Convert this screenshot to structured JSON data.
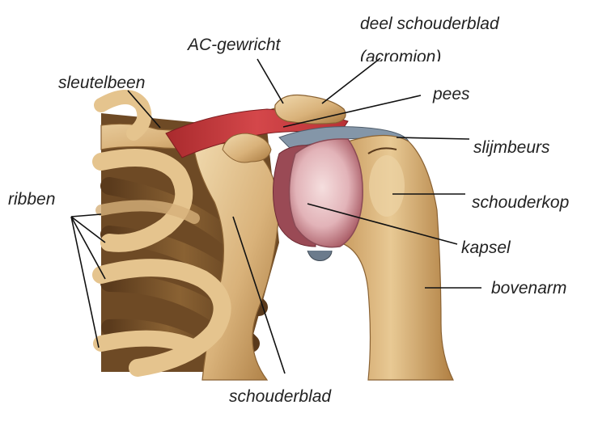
{
  "labels": {
    "ac_joint": "AC-gewricht",
    "acromion_line1": "deel   schouderblad",
    "acromion_line2": "(acromion)",
    "clavicle": "sleutelbeen",
    "tendon": "pees",
    "bursa": "slijmbeurs",
    "ribs": "ribben",
    "humeral_head": "schouderkop",
    "capsule": "kapsel",
    "upper_arm": "bovenarm",
    "scapula": "schouderblad"
  },
  "colors": {
    "bone": "#d9b27a",
    "bone_light": "#ecd3a4",
    "bone_shadow": "#a8793f",
    "rib_dark": "#7a5429",
    "muscle_red": "#c8383a",
    "capsule_pink": "#d8a3a8",
    "capsule_dark": "#9a4a55",
    "bursa_gray": "#6b7b8c",
    "line": "#111111",
    "text": "#222222"
  }
}
